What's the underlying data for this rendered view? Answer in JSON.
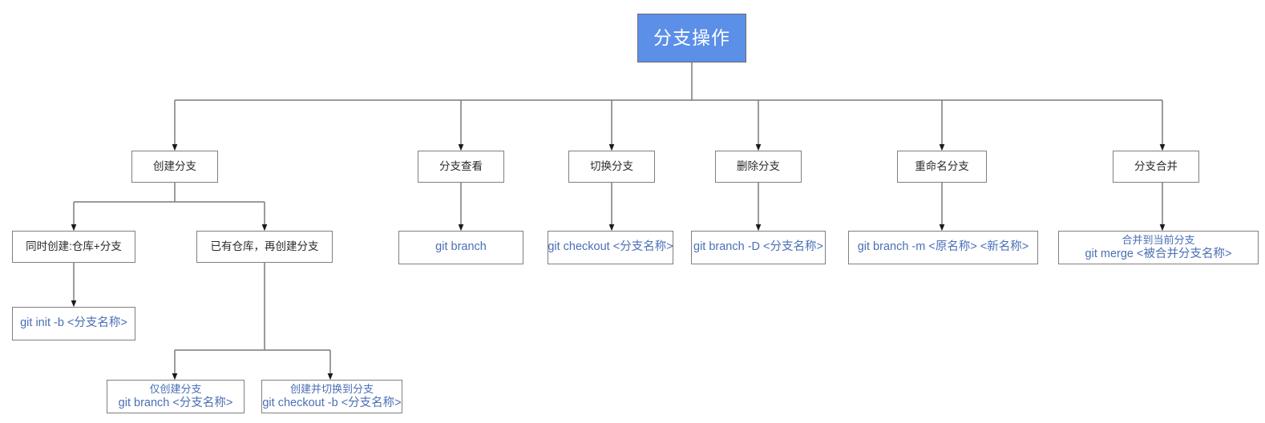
{
  "diagram": {
    "title": "分支操作",
    "type": "tree-flowchart",
    "colors": {
      "root_fill": "#5b8fe8",
      "root_text": "#ffffff",
      "node_fill": "#ffffff",
      "node_border": "#808080",
      "node_text": "#2b2b2b",
      "command_text": "#4a6fb5",
      "edge": "#7a7a7a",
      "background": "#ffffff"
    },
    "root": {
      "label": "分支操作"
    },
    "categories": [
      {
        "id": "create",
        "label": "创建分支"
      },
      {
        "id": "list",
        "label": "分支查看"
      },
      {
        "id": "switch",
        "label": "切换分支"
      },
      {
        "id": "delete",
        "label": "删除分支"
      },
      {
        "id": "rename",
        "label": "重命名分支"
      },
      {
        "id": "merge",
        "label": "分支合并"
      }
    ],
    "conditions": [
      {
        "id": "cond-new-repo",
        "label": "同时创建:仓库+分支"
      },
      {
        "id": "cond-existing-repo",
        "label": "已有仓库，再创建分支"
      }
    ],
    "commands": [
      {
        "id": "cmd-git-init",
        "line1": "git init -b <分支名称>"
      },
      {
        "id": "cmd-git-branch-only",
        "line1": "仅创建分支",
        "line2": "git branch <分支名称>"
      },
      {
        "id": "cmd-git-checkout-b",
        "line1": "创建并切换到分支",
        "line2": "git checkout -b <分支名称>"
      },
      {
        "id": "cmd-git-branch",
        "line1": "git branch"
      },
      {
        "id": "cmd-git-checkout",
        "line1": "git checkout <分支名称>"
      },
      {
        "id": "cmd-git-branch-D",
        "line1": "git branch -D <分支名称>"
      },
      {
        "id": "cmd-git-branch-m",
        "line1": "git branch -m <原名称> <新名称>"
      },
      {
        "id": "cmd-git-merge",
        "line1": "合并到当前分支",
        "line2": "git merge <被合并分支名称>"
      }
    ]
  }
}
